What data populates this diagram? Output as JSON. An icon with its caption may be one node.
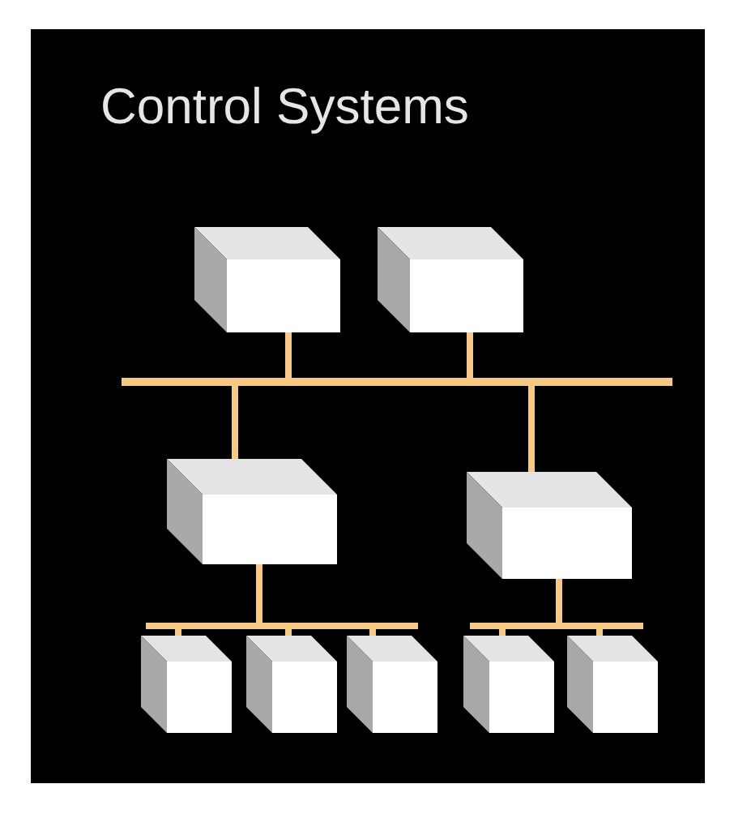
{
  "diagram": {
    "title": "Control Systems",
    "nodes": [
      {
        "text": [],
        "shape": "box"
      },
      {
        "text": [],
        "shape": "box"
      },
      {
        "text": [],
        "shape": "bar"
      },
      {
        "text": [],
        "shape": "box"
      },
      {
        "text": [],
        "shape": "box"
      },
      {
        "text": [],
        "shape": "bar"
      },
      {
        "text": [],
        "shape": "bar"
      },
      {
        "text": [],
        "shape": "box"
      },
      {
        "text": [],
        "shape": "box"
      },
      {
        "text": [],
        "shape": "box"
      },
      {
        "text": [],
        "shape": "box"
      },
      {
        "text": [],
        "shape": "box"
      }
    ],
    "edges": [
      {
        "from": 0,
        "to": 2,
        "arrow": "none"
      },
      {
        "from": 1,
        "to": 2,
        "arrow": "none"
      },
      {
        "from": 2,
        "to": 3,
        "arrow": "none"
      },
      {
        "from": 2,
        "to": 4,
        "arrow": "none"
      },
      {
        "from": 3,
        "to": 5,
        "arrow": "none"
      },
      {
        "from": 4,
        "to": 6,
        "arrow": "none"
      },
      {
        "from": 5,
        "to": 7,
        "arrow": "none"
      },
      {
        "from": 5,
        "to": 8,
        "arrow": "none"
      },
      {
        "from": 5,
        "to": 9,
        "arrow": "none"
      },
      {
        "from": 6,
        "to": 10,
        "arrow": "none"
      },
      {
        "from": 6,
        "to": 11,
        "arrow": "none"
      }
    ]
  }
}
